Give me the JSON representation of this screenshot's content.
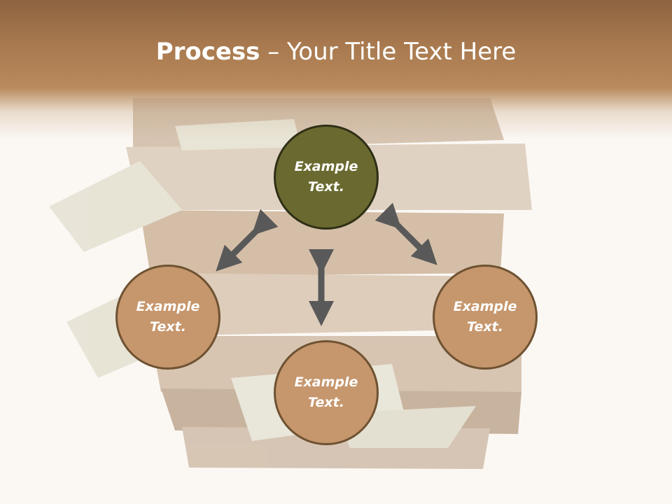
{
  "slide": {
    "title_bold": "Process",
    "title_rest": " – Your Title Text Here"
  },
  "diagram": {
    "nodes": [
      {
        "id": "top",
        "label": "Example\nText."
      },
      {
        "id": "left",
        "label": "Example\nText."
      },
      {
        "id": "right",
        "label": "Example\nText."
      },
      {
        "id": "bottom",
        "label": "Example\nText."
      }
    ]
  },
  "colors": {
    "header": "#a7784e",
    "node_primary": "#6a6a30",
    "node_secondary": "#c6966c",
    "arrow": "#595959"
  },
  "background_image": "stack of books with dollar bills"
}
